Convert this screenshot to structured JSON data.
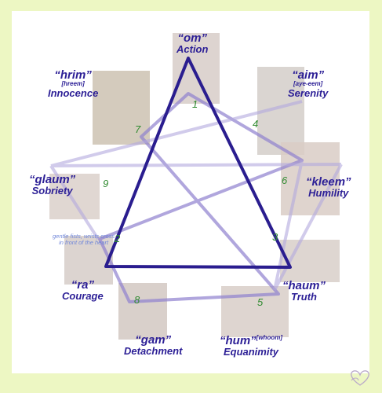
{
  "points": [
    {
      "mantra": "“om”",
      "quality": "Action",
      "pronunciation": "",
      "number": "1"
    },
    {
      "mantra": "“hrim”",
      "quality": "Innocence",
      "pronunciation": "[hreem]",
      "number": "7"
    },
    {
      "mantra": "“aim”",
      "quality": "Serenity",
      "pronunciation": "[aye-eem]",
      "number": "4"
    },
    {
      "mantra": "“kleem”",
      "quality": "Humility",
      "pronunciation": "",
      "number": "6"
    },
    {
      "mantra": "“glaum”",
      "quality": "Sobriety",
      "pronunciation": "",
      "number": "9"
    },
    {
      "mantra": "“ra”",
      "quality": "Courage",
      "pronunciation": "",
      "number": "2"
    },
    {
      "mantra": "“haum”",
      "quality": "Truth",
      "pronunciation": "",
      "number": "3"
    },
    {
      "mantra": "“gam”",
      "quality": "Detachment",
      "pronunciation": "",
      "number": "8"
    },
    {
      "mantra": "“hum”",
      "quality": "Equanimity",
      "pronunciation": "[whoom]",
      "number": "5"
    }
  ],
  "note": {
    "line1": "gentle fists, wrists cross",
    "line2": "in front of the heart"
  },
  "colors": {
    "background": "#edf7c3",
    "panel": "#ffffff",
    "triangle": "#2a1d8f",
    "hexad": "#8f80cf",
    "label": "#2c1f96",
    "number": "#2f8a2f"
  }
}
